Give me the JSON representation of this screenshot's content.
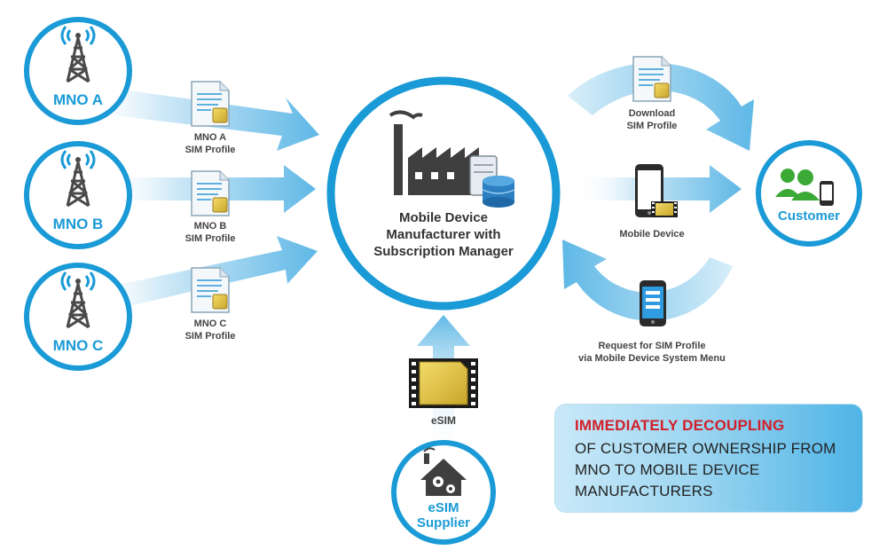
{
  "mnos": [
    {
      "label": "MNO A",
      "profile_line1": "MNO A",
      "profile_line2": "SIM Profile"
    },
    {
      "label": "MNO B",
      "profile_line1": "MNO B",
      "profile_line2": "SIM Profile"
    },
    {
      "label": "MNO C",
      "profile_line1": "MNO C",
      "profile_line2": "SIM Profile"
    }
  ],
  "center": {
    "line1": "Mobile Device",
    "line2": "Manufacturer with",
    "line3": "Subscription Manager"
  },
  "customer": {
    "label": "Customer"
  },
  "download": {
    "line1": "Download",
    "line2": "SIM Profile"
  },
  "mobile_device": {
    "label": "Mobile Device"
  },
  "request": {
    "line1": "Request for SIM Profile",
    "line2": "via Mobile Device System Menu"
  },
  "esim": {
    "label": "eSIM"
  },
  "supplier": {
    "line1": "eSIM",
    "line2": "Supplier"
  },
  "callout": {
    "highlight": "IMMEDIATELY DECOUPLING",
    "line2": "OF CUSTOMER OWNERSHIP FROM",
    "line3": "MNO TO  MOBILE DEVICE",
    "line4": "MANUFACTURERS"
  },
  "colors": {
    "accent_blue": "#1a9ad6",
    "arrow_blue": "#7fc6ea",
    "label_blue": "#1a9ad6",
    "highlight_red": "#d1202a",
    "icon_gray": "#4a4a4a",
    "customer_green": "#3aa935"
  }
}
